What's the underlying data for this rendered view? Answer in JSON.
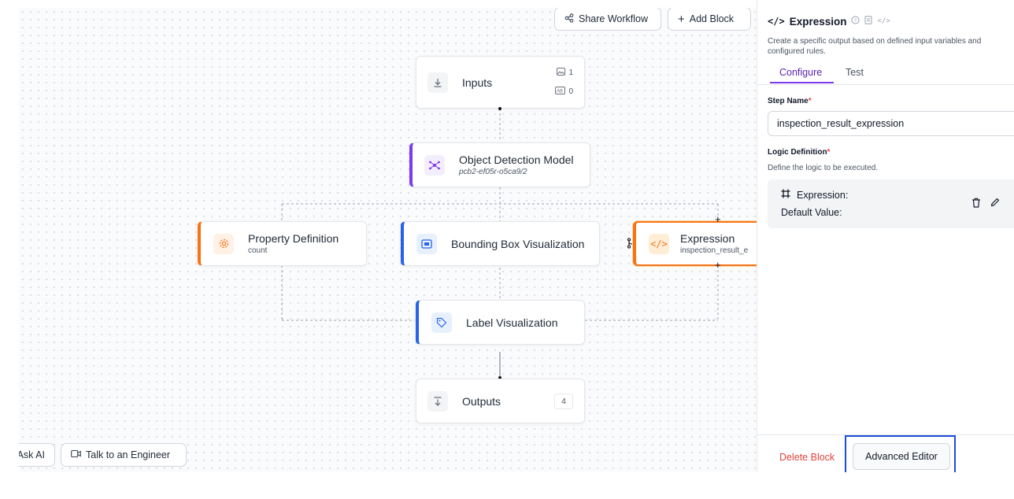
{
  "toolbar": {
    "share_label": "Share Workflow",
    "add_block_label": "Add Block"
  },
  "nodes": {
    "inputs": {
      "title": "Inputs",
      "image_count": "1",
      "param_count": "0"
    },
    "object_detection": {
      "title": "Object Detection Model",
      "subtitle": "pcb2-ef05r-o5ca9/2",
      "accent": "#7c3aed"
    },
    "property_definition": {
      "title": "Property Definition",
      "subtitle": "count",
      "accent": "#f97316"
    },
    "bounding_box": {
      "title": "Bounding Box Visualization",
      "accent": "#2563eb"
    },
    "expression": {
      "title": "Expression",
      "subtitle": "inspection_result_e",
      "accent": "#f97316"
    },
    "label_visualization": {
      "title": "Label Visualization",
      "accent": "#2563eb"
    },
    "outputs": {
      "title": "Outputs",
      "count": "4"
    }
  },
  "bottom_bar": {
    "ask_ai_label": "Ask AI",
    "talk_engineer_label": "Talk to an Engineer"
  },
  "panel": {
    "title": "Expression",
    "description": "Create a specific output based on defined input variables and configured rules.",
    "tabs": [
      {
        "label": "Configure",
        "active": true
      },
      {
        "label": "Test",
        "active": false
      }
    ],
    "step_name_label": "Step Name",
    "step_name_value": "inspection_result_expression",
    "logic_label": "Logic Definition",
    "logic_hint": "Define the logic to be executed.",
    "logic_expression_label": "Expression:",
    "logic_default_label": "Default Value:",
    "delete_label": "Delete Block",
    "advanced_label": "Advanced Editor"
  },
  "colors": {
    "purple": "#7c3aed",
    "orange": "#f97316",
    "blue": "#2563eb",
    "danger": "#e0433b",
    "highlight": "#1d4ed8"
  },
  "icons": [
    "share-icon",
    "plus-icon",
    "download-icon",
    "image-icon",
    "parameter-icon",
    "model-icon",
    "gear-icon",
    "bbox-icon",
    "code-icon",
    "branch-icon",
    "tag-icon",
    "upload-icon",
    "video-call-icon",
    "help-icon",
    "doc-icon",
    "trash-icon",
    "edit-icon"
  ]
}
